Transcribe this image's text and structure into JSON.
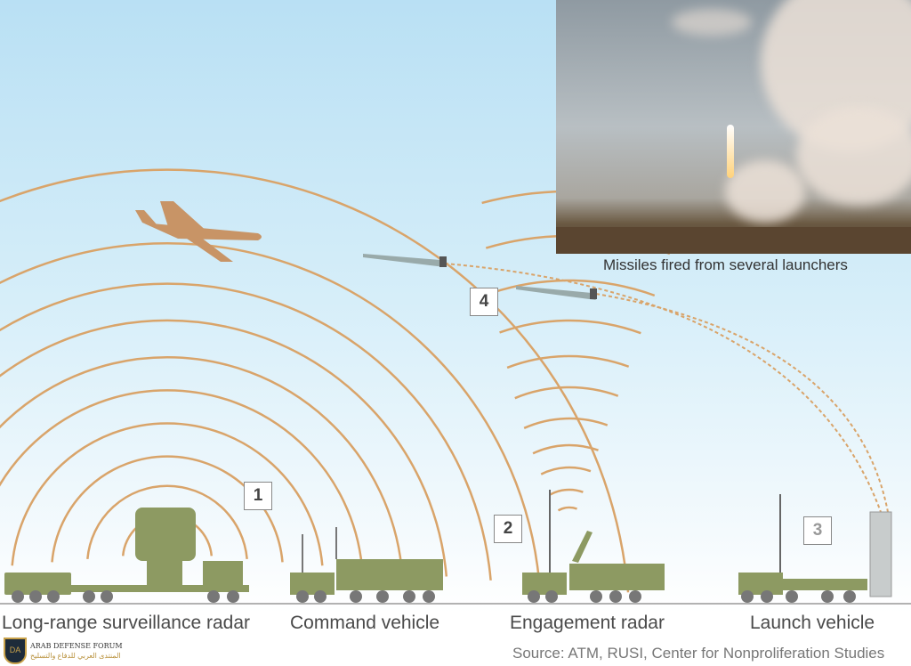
{
  "photo": {
    "caption": "Missiles fired from several launchers"
  },
  "labels": {
    "surveillance": "Long-range surveillance radar",
    "command": "Command vehicle",
    "engagement": "Engagement radar",
    "launch": "Launch vehicle"
  },
  "markers": {
    "one": "1",
    "two": "2",
    "three": "3",
    "four": "4"
  },
  "source": "Source: ATM, RUSI, Center for Nonproliferation Studies",
  "watermark": {
    "title": "ARAB DEFENSE FORUM",
    "arabic": "المنتدى العربي للدفاع والتسليح",
    "initials": "DA"
  },
  "colors": {
    "wave": "#d9a46a",
    "vehicle": "#8d9a62",
    "aircraft": "#c89466",
    "text": "#4a4a4a"
  }
}
